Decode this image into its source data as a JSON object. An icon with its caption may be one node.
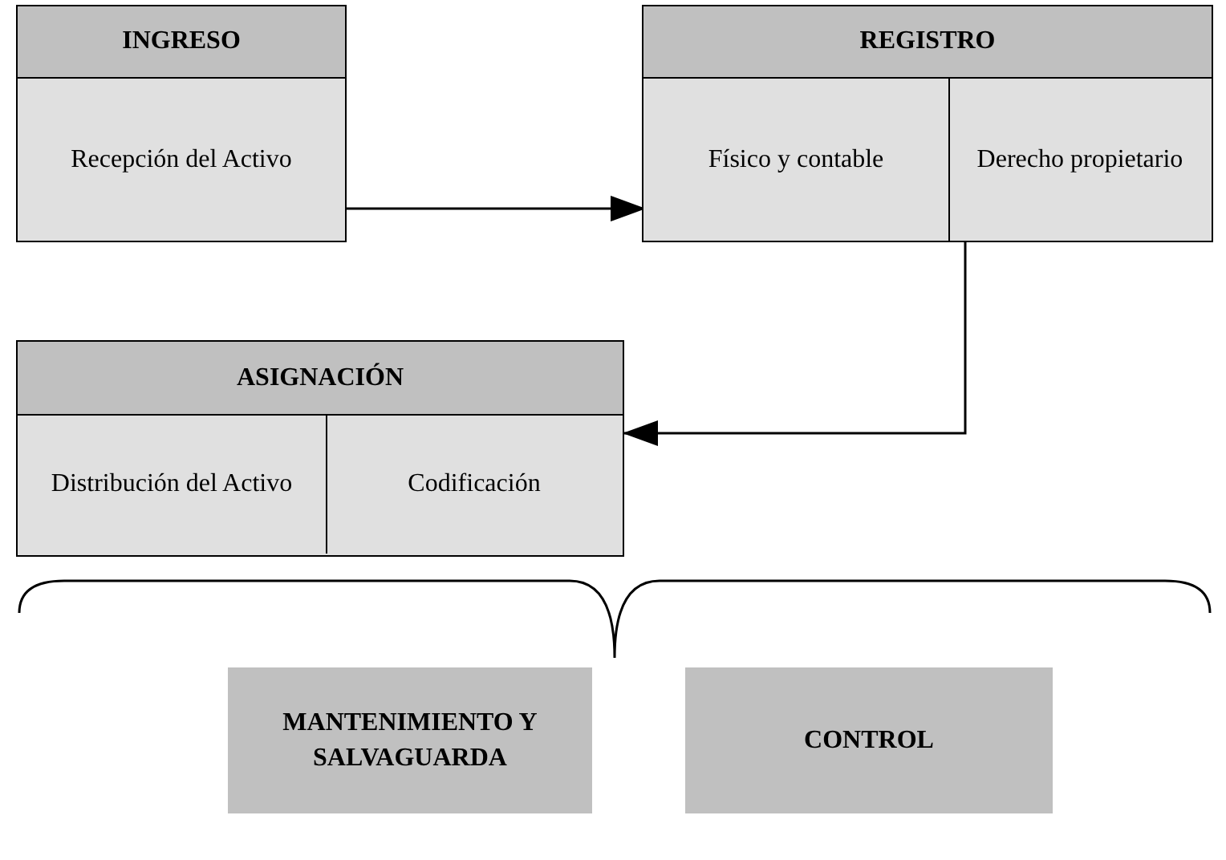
{
  "diagram": {
    "nodes": [
      {
        "text": [
          "INGRESO",
          "Recepción del Activo"
        ]
      },
      {
        "text": [
          "REGISTRO"
        ]
      },
      {
        "text": [
          "Físico y contable"
        ],
        "in": 1
      },
      {
        "text": [
          "Derecho propietario"
        ],
        "in": 1
      },
      {
        "text": [
          "ASIGNACIÓN"
        ]
      },
      {
        "text": [
          "Distribución del Activo"
        ],
        "in": 4
      },
      {
        "text": [
          "Codificación"
        ],
        "in": 4
      },
      {
        "text": [
          "MANTENIMIENTO Y SALVAGUARDA"
        ]
      },
      {
        "text": [
          "CONTROL"
        ]
      }
    ],
    "edges": [
      {
        "from": 0,
        "to": 2,
        "arrow": "to"
      },
      {
        "from": 3,
        "to": 4,
        "arrow": "to"
      }
    ]
  }
}
